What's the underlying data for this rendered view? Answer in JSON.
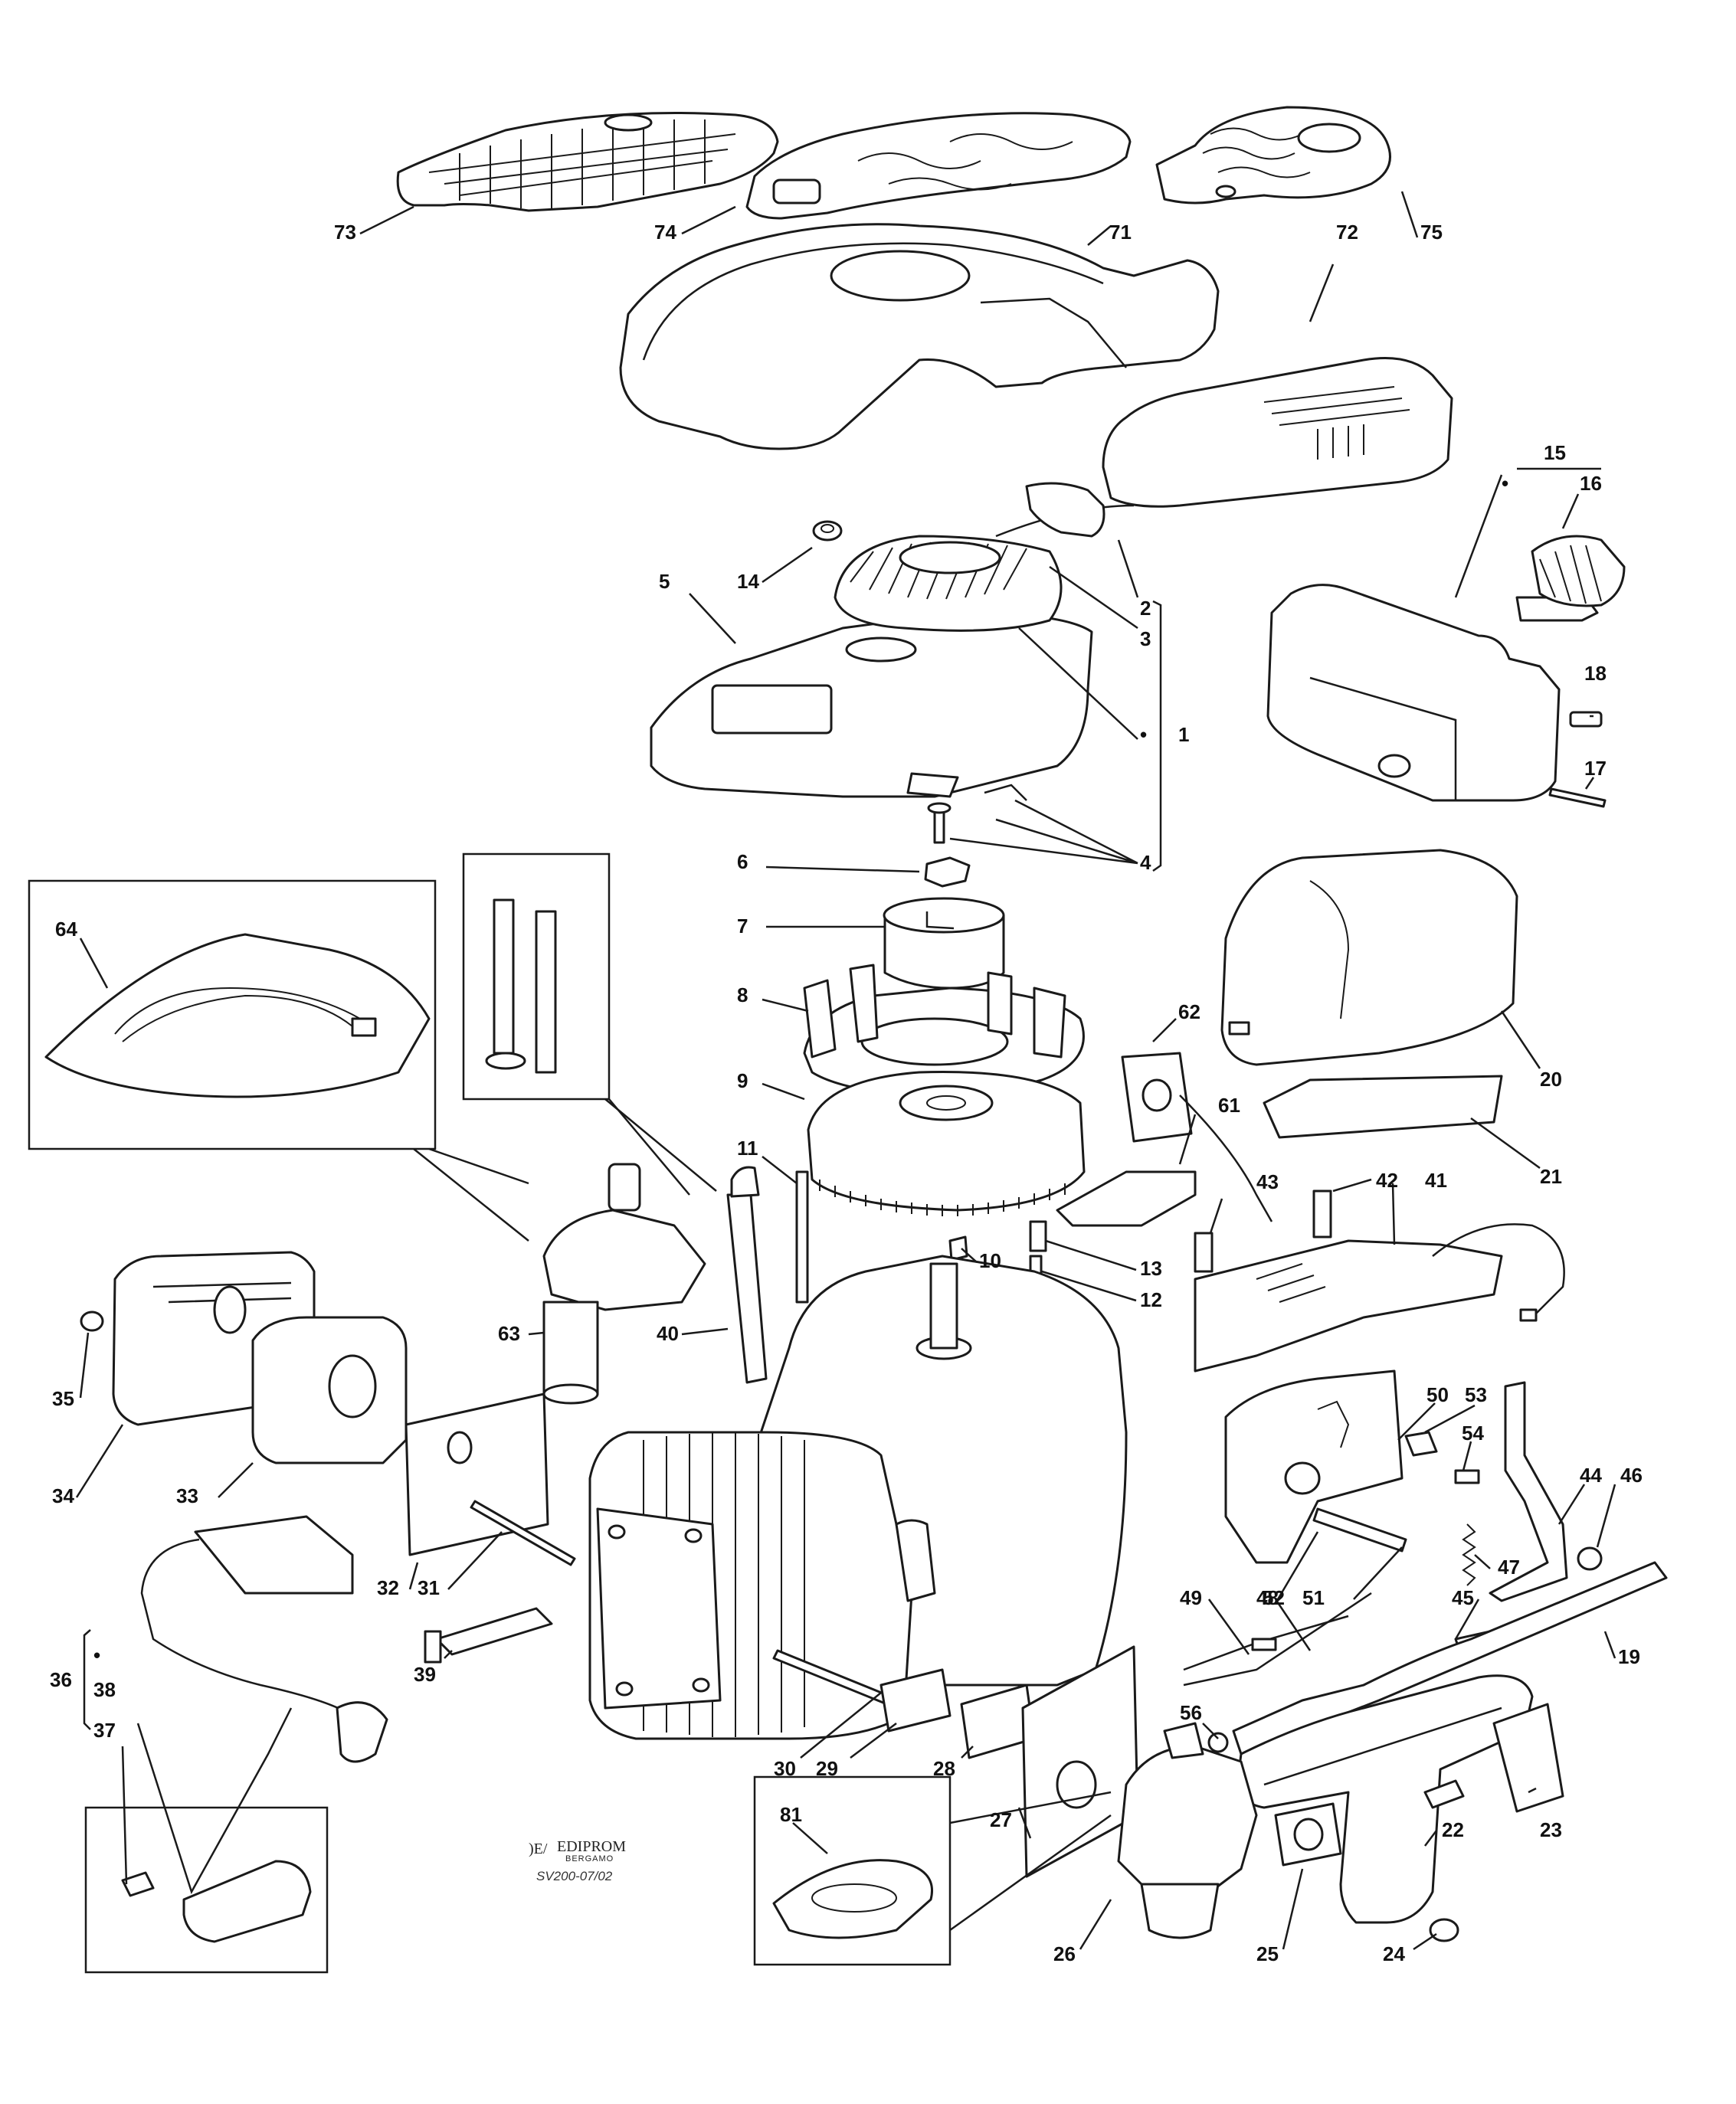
{
  "diagram": {
    "callouts": [
      {
        "id": "73",
        "text": "73"
      },
      {
        "id": "74",
        "text": "74"
      },
      {
        "id": "71",
        "text": "71"
      },
      {
        "id": "72",
        "text": "72"
      },
      {
        "id": "75",
        "text": "75"
      },
      {
        "id": "15",
        "text": "15"
      },
      {
        "id": "16",
        "text": "16"
      },
      {
        "id": "5",
        "text": "5"
      },
      {
        "id": "14",
        "text": "14"
      },
      {
        "id": "2",
        "text": "2"
      },
      {
        "id": "3",
        "text": "3"
      },
      {
        "id": "1",
        "text": "1"
      },
      {
        "id": "18",
        "text": "18"
      },
      {
        "id": "17",
        "text": "17"
      },
      {
        "id": "6",
        "text": "6"
      },
      {
        "id": "4",
        "text": "4"
      },
      {
        "id": "64",
        "text": "64"
      },
      {
        "id": "7",
        "text": "7"
      },
      {
        "id": "8",
        "text": "8"
      },
      {
        "id": "9",
        "text": "9"
      },
      {
        "id": "62",
        "text": "62"
      },
      {
        "id": "61",
        "text": "61"
      },
      {
        "id": "20",
        "text": "20"
      },
      {
        "id": "21",
        "text": "21"
      },
      {
        "id": "11",
        "text": "11"
      },
      {
        "id": "43",
        "text": "43"
      },
      {
        "id": "42",
        "text": "42"
      },
      {
        "id": "41",
        "text": "41"
      },
      {
        "id": "10",
        "text": "10"
      },
      {
        "id": "13",
        "text": "13"
      },
      {
        "id": "12",
        "text": "12"
      },
      {
        "id": "63",
        "text": "63"
      },
      {
        "id": "40",
        "text": "40"
      },
      {
        "id": "35",
        "text": "35"
      },
      {
        "id": "50",
        "text": "50"
      },
      {
        "id": "53",
        "text": "53"
      },
      {
        "id": "54",
        "text": "54"
      },
      {
        "id": "44",
        "text": "44"
      },
      {
        "id": "46",
        "text": "46"
      },
      {
        "id": "34",
        "text": "34"
      },
      {
        "id": "33",
        "text": "33"
      },
      {
        "id": "47",
        "text": "47"
      },
      {
        "id": "49",
        "text": "49"
      },
      {
        "id": "48",
        "text": "48"
      },
      {
        "id": "52",
        "text": "52"
      },
      {
        "id": "51",
        "text": "51"
      },
      {
        "id": "45",
        "text": "45"
      },
      {
        "id": "32",
        "text": "32"
      },
      {
        "id": "31",
        "text": "31"
      },
      {
        "id": "19",
        "text": "19"
      },
      {
        "id": "36",
        "text": "36"
      },
      {
        "id": "38",
        "text": "38"
      },
      {
        "id": "37",
        "text": "37"
      },
      {
        "id": "39",
        "text": "39"
      },
      {
        "id": "56",
        "text": "56"
      },
      {
        "id": "30",
        "text": "30"
      },
      {
        "id": "29",
        "text": "29"
      },
      {
        "id": "28",
        "text": "28"
      },
      {
        "id": "27",
        "text": "27"
      },
      {
        "id": "81",
        "text": "81"
      },
      {
        "id": "22",
        "text": "22"
      },
      {
        "id": "23",
        "text": "23"
      },
      {
        "id": "26",
        "text": "26"
      },
      {
        "id": "25",
        "text": "25"
      },
      {
        "id": "24",
        "text": "24"
      }
    ],
    "bullet": "•",
    "logo": {
      "brand": "EDIPROM",
      "city": "BERGAMO",
      "code": "SV200-07/02"
    }
  }
}
